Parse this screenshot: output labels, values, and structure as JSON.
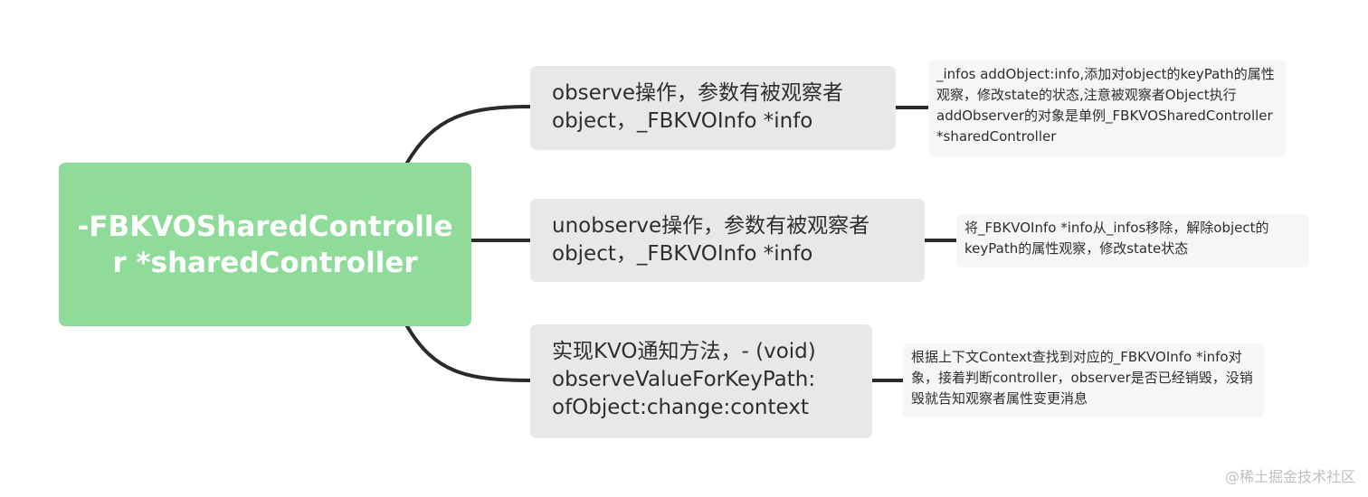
{
  "root": {
    "label": "-FBKVOSharedController *sharedController"
  },
  "branches": [
    {
      "label": "observe操作，参数有被观察者object，_FBKVOInfo *info",
      "note": "_infos addObject:info,添加对object的keyPath的属性观察，修改state的状态,注意被观察者Object执行addObserver的对象是单例_FBKVOSharedController *sharedController"
    },
    {
      "label": "unobserve操作，参数有被观察者object，_FBKVOInfo *info",
      "note": "将_FBKVOInfo *info从_infos移除，解除object的keyPath的属性观察，修改state状态"
    },
    {
      "label": "实现KVO通知方法，- (void) observeValueForKeyPath: ofObject:change:context",
      "note": "根据上下文Context查找到对应的_FBKVOInfo *info对象，接着判断controller，observer是否已经销毁，没销毁就告知观察者属性变更消息"
    }
  ],
  "watermark": "@稀土掘金技术社区",
  "colors": {
    "root_fill": "#8fdc9a",
    "root_text": "#ffffff",
    "branch_fill": "#e8e8e8",
    "note_fill": "#f6f6f6",
    "connector": "#2b2b2b",
    "text": "#2e2e2e"
  }
}
